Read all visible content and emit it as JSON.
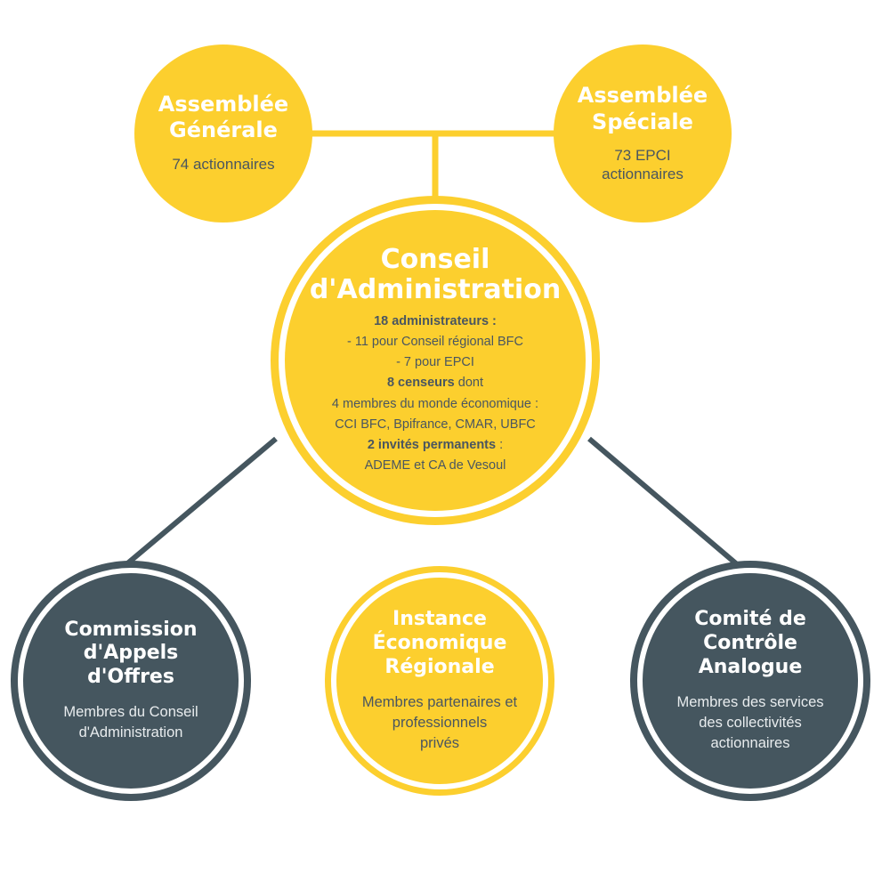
{
  "nodes": {
    "assemblee_generale": {
      "title_line1": "Assemblée",
      "title_line2": "Générale",
      "subtitle": "74 actionnaires"
    },
    "assemblee_speciale": {
      "title_line1": "Assemblée",
      "title_line2": "Spéciale",
      "subtitle_line1": "73 EPCI",
      "subtitle_line2": "actionnaires"
    },
    "conseil_administration": {
      "title_line1": "Conseil",
      "title_line2": "d'Administration",
      "administrateurs": "18 administrateurs :",
      "admin_line1": "- 11 pour Conseil régional BFC",
      "admin_line2": "- 7 pour EPCI",
      "censeurs_bold": "8 censeurs",
      "censeurs_rest": " dont",
      "membres_line1": "4 membres du monde économique :",
      "membres_line2": "CCI BFC, Bpifrance, CMAR, UBFC",
      "invites_bold": "2 invités permanents",
      "invites_rest": " :",
      "invites_line": "ADEME et CA de Vesoul"
    },
    "commission_appels_offres": {
      "title_line1": "Commission",
      "title_line2": "d'Appels",
      "title_line3": "d'Offres",
      "subtitle_line1": "Membres du Conseil",
      "subtitle_line2": "d'Administration"
    },
    "instance_economique": {
      "title_line1": "Instance",
      "title_line2": "Économique",
      "title_line3": "Régionale",
      "subtitle_line1": "Membres partenaires et",
      "subtitle_line2": "professionnels",
      "subtitle_line3": "privés"
    },
    "comite_controle": {
      "title_line1": "Comité de",
      "title_line2": "Contrôle",
      "title_line3": "Analogue",
      "subtitle_line1": "Membres des services",
      "subtitle_line2": "des collectivités",
      "subtitle_line3": "actionnaires"
    }
  },
  "colors": {
    "yellow": "#fccf2e",
    "dark": "#45565f",
    "text_dark": "#4a5660",
    "white": "#ffffff"
  }
}
